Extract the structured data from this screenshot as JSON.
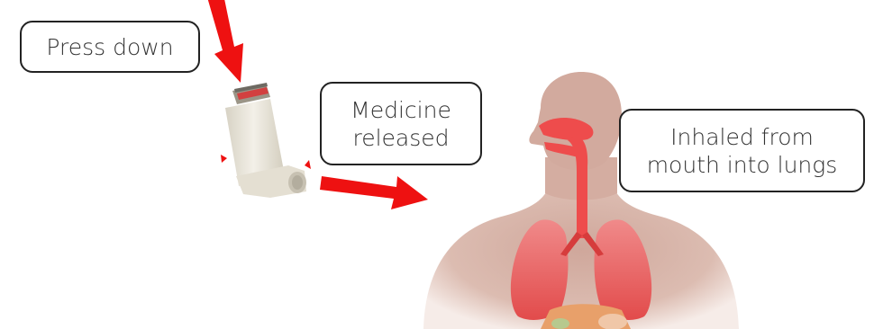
{
  "labels": {
    "press": "Press down",
    "medicine_line1": "Medicine",
    "medicine_line2": "released",
    "inhaled_line1": "Inhaled from",
    "inhaled_line2": "mouth into lungs"
  },
  "colors": {
    "arrow": "#ee1111",
    "body": "#d8b2a6",
    "airway": "#ee4c4c",
    "lungs": "#ea6a6a",
    "inhaler": "#e9e5da",
    "box_border": "#222222"
  },
  "icons": {
    "inhaler": "inhaler-illustration",
    "body": "human-respiratory-system-illustration"
  }
}
